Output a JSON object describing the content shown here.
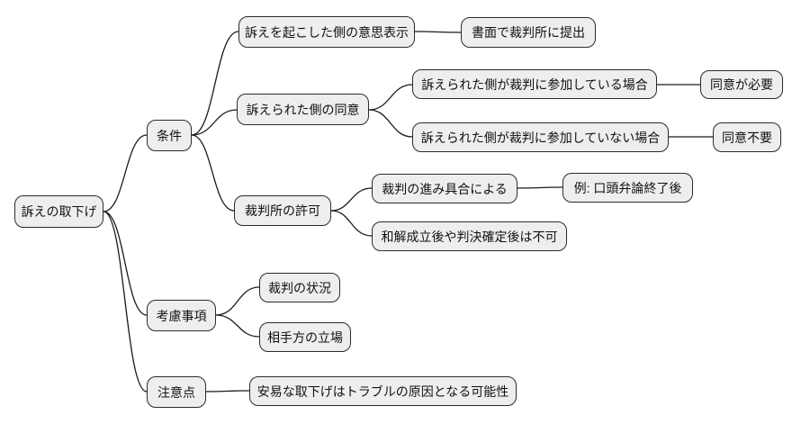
{
  "style": {
    "bg_color": "#ffffff",
    "node_fill": "#eeeeee",
    "node_border": "#2b2b2b",
    "edge_color": "#1a1a1a",
    "text_color": "#111111"
  },
  "mindmap": {
    "root": {
      "label": "訴えの取下げ",
      "children": [
        {
          "label": "条件",
          "children": [
            {
              "label": "訴えを起こした側の意思表示",
              "children": [
                {
                  "label": "書面で裁判所に提出"
                }
              ]
            },
            {
              "label": "訴えられた側の同意",
              "children": [
                {
                  "label": "訴えられた側が裁判に参加している場合",
                  "children": [
                    {
                      "label": "同意が必要"
                    }
                  ]
                },
                {
                  "label": "訴えられた側が裁判に参加していない場合",
                  "children": [
                    {
                      "label": "同意不要"
                    }
                  ]
                }
              ]
            },
            {
              "label": "裁判所の許可",
              "children": [
                {
                  "label": "裁判の進み具合による",
                  "children": [
                    {
                      "label": "例: 口頭弁論終了後"
                    }
                  ]
                },
                {
                  "label": "和解成立後や判決確定後は不可"
                }
              ]
            }
          ]
        },
        {
          "label": "考慮事項",
          "children": [
            {
              "label": "裁判の状況"
            },
            {
              "label": "相手方の立場"
            }
          ]
        },
        {
          "label": "注意点",
          "children": [
            {
              "label": "安易な取下げはトラブルの原因となる可能性"
            }
          ]
        }
      ]
    }
  }
}
